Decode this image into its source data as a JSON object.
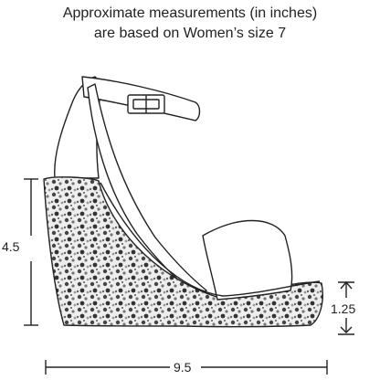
{
  "caption": {
    "line1": "Approximate measurements (in inches)",
    "line2": "are based on Women’s size 7"
  },
  "dimensions": {
    "heel_height": "4.5",
    "platform_height": "1.25",
    "length": "9.5"
  },
  "colors": {
    "line": "#222222",
    "glitter_dark": "#444444",
    "glitter_light": "#cccccc"
  }
}
